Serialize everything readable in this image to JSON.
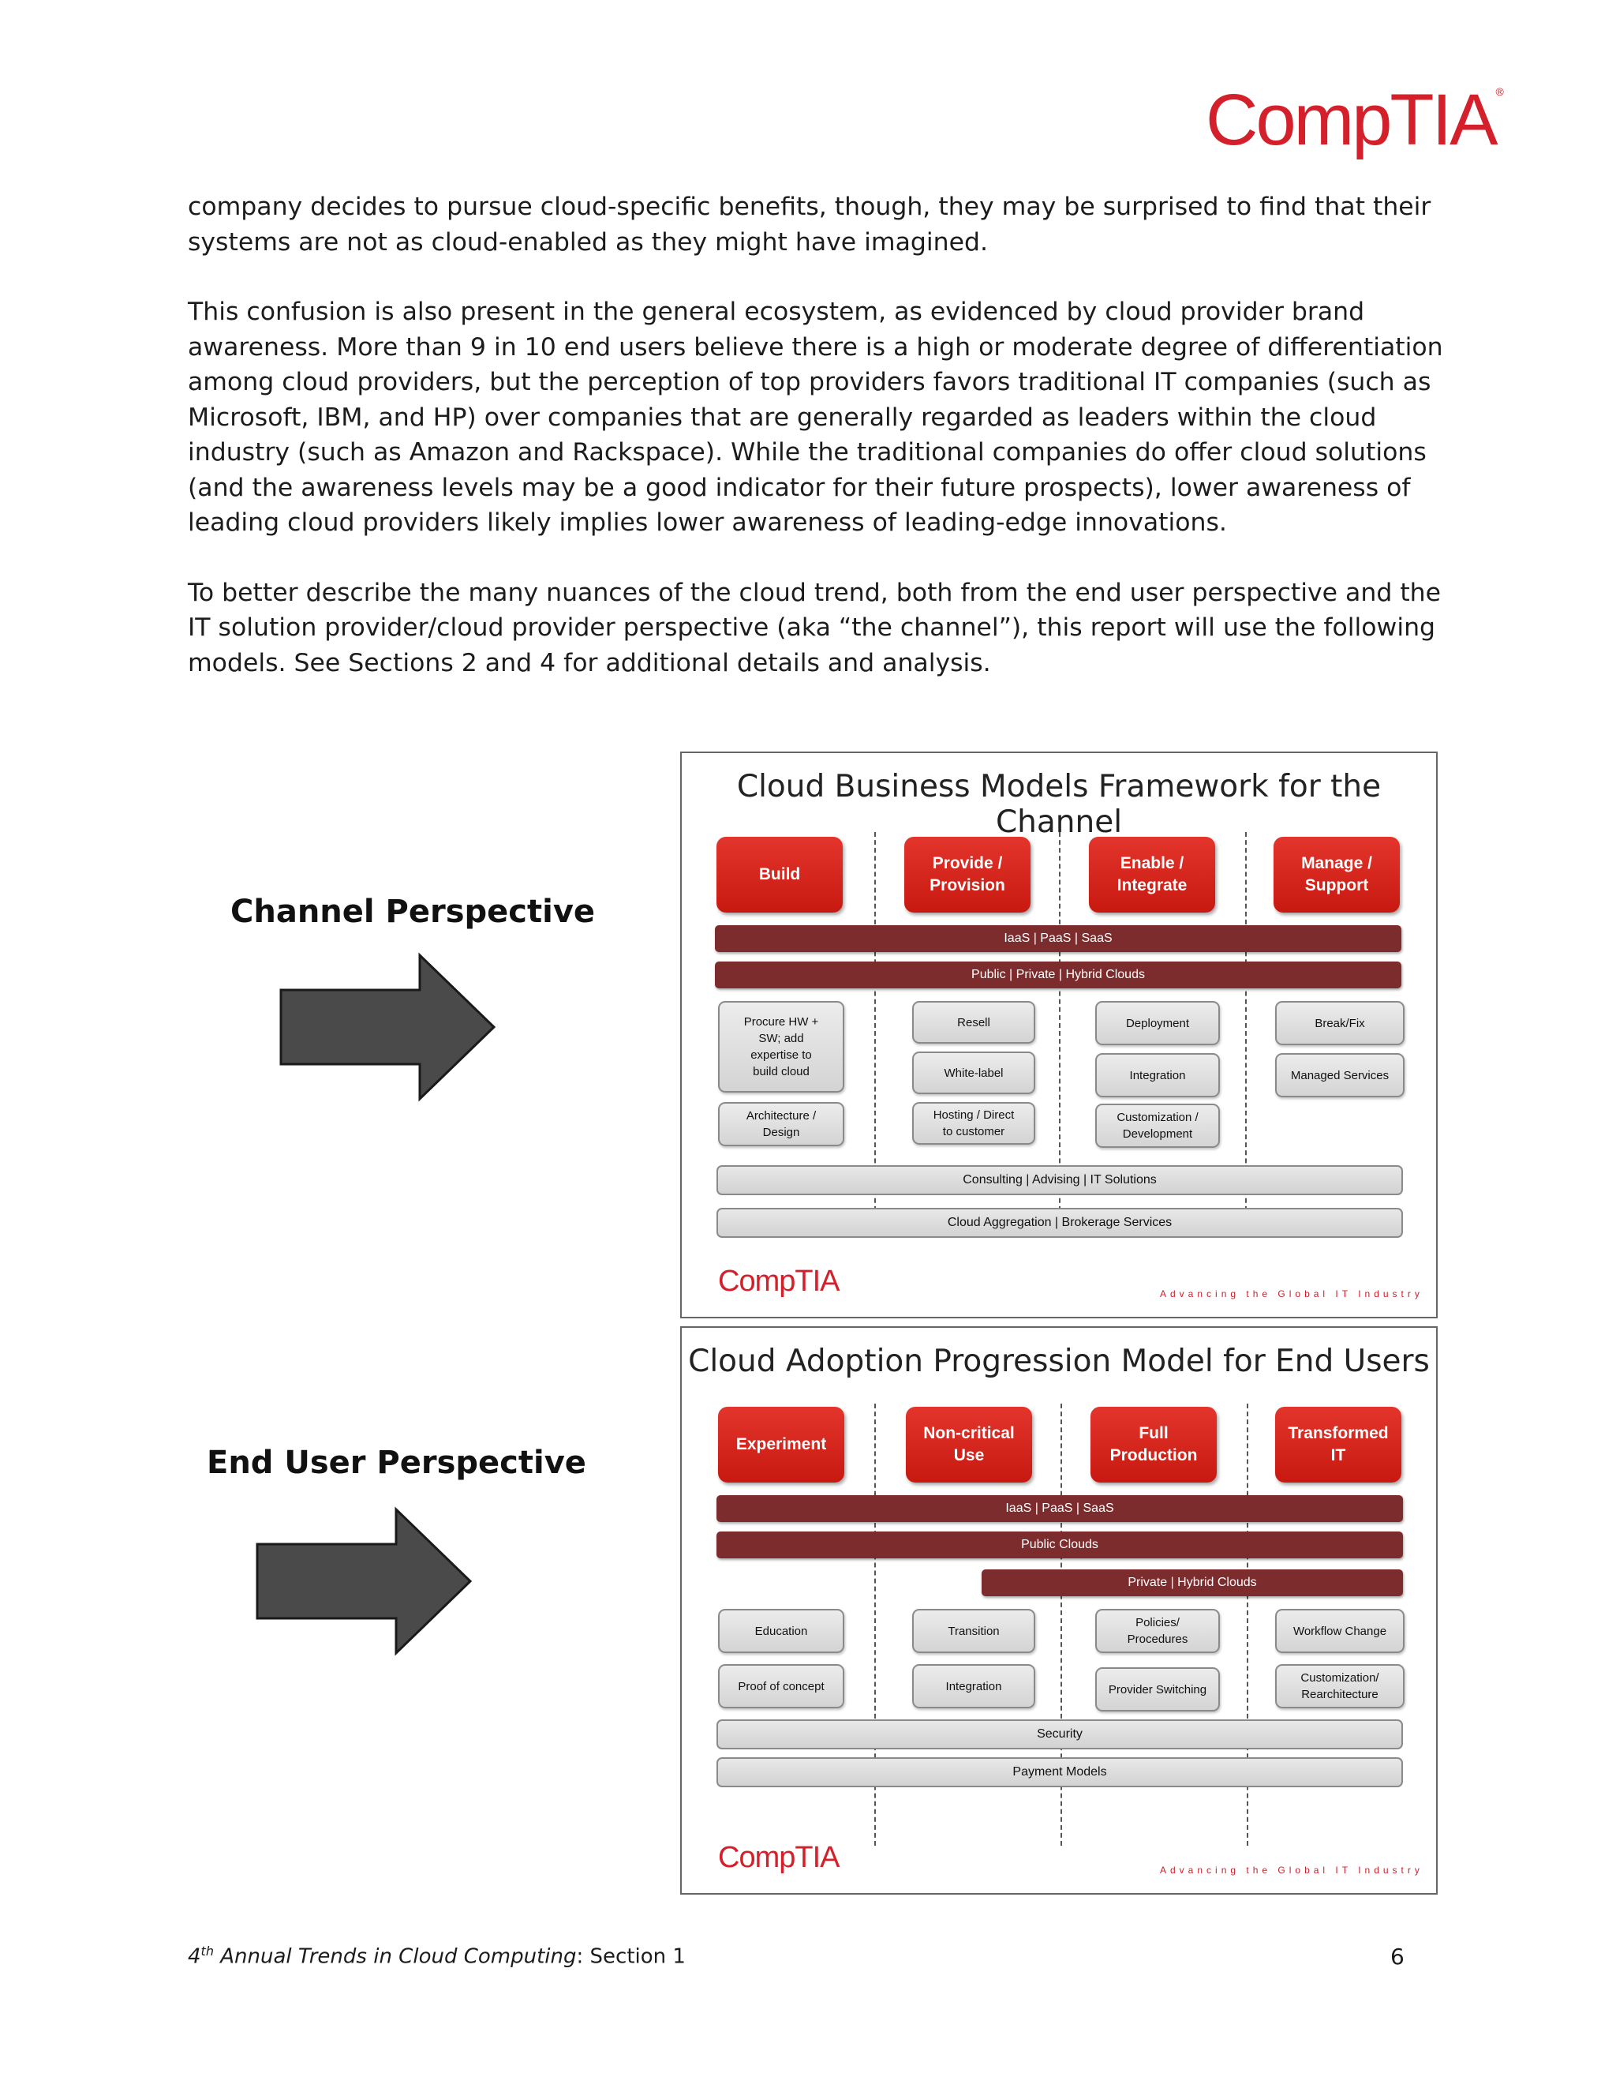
{
  "header": {
    "logo_text": "CompTIA",
    "logo_mark": "®"
  },
  "paragraphs": [
    "company decides to pursue cloud-specific benefits, though, they may be surprised to find that their systems are not as cloud-enabled as they might have imagined.",
    "This confusion is also present in the general ecosystem, as evidenced by cloud provider brand awareness. More than 9 in 10 end users believe there is a high or moderate degree of differentiation among cloud providers, but the perception of top providers favors traditional IT companies (such as Microsoft, IBM, and HP) over companies that are generally regarded as leaders within the cloud industry (such as Amazon and Rackspace). While the traditional companies do offer cloud solutions (and the awareness levels may be a good indicator for their future prospects), lower awareness of leading cloud providers likely implies lower awareness of leading-edge innovations.",
    "To better describe the many nuances of the cloud trend, both from the end user perspective and the IT solution provider/cloud provider perspective (aka “the channel”), this report will use the following models. See Sections 2 and 4 for additional details and analysis."
  ],
  "channel": {
    "perspective_label": "Channel Perspective",
    "title": "Cloud Business Models Framework for the Channel",
    "columns": [
      "Build",
      "Provide /\nProvision",
      "Enable /\nIntegrate",
      "Manage /\nSupport"
    ],
    "bands": [
      "IaaS | PaaS | SaaS",
      "Public | Private | Hybrid Clouds"
    ],
    "items": [
      "Procure HW +\nSW; add\nexpertise to\nbuild cloud",
      "Architecture /\nDesign",
      "Resell",
      "White-label",
      "Hosting / Direct\nto customer",
      "Deployment",
      "Integration",
      "Customization /\nDevelopment",
      "Break/Fix",
      "Managed Services"
    ],
    "bottom_bands": [
      "Consulting | Advising | IT Solutions",
      "Cloud Aggregation | Brokerage Services"
    ],
    "logo": "CompTIA",
    "tagline": "Advancing the Global IT Industry"
  },
  "enduser": {
    "perspective_label": "End User Perspective",
    "title": "Cloud Adoption Progression Model for End Users",
    "columns": [
      "Experiment",
      "Non-critical\nUse",
      "Full\nProduction",
      "Transformed\nIT"
    ],
    "bands": [
      "IaaS | PaaS | SaaS",
      "Public Clouds",
      "Private | Hybrid Clouds"
    ],
    "items": [
      "Education",
      "Proof of concept",
      "Transition",
      "Integration",
      "Policies/\nProcedures",
      "Provider Switching",
      "Workflow Change",
      "Customization/\nRearchitecture"
    ],
    "bottom_bands": [
      "Security",
      "Payment Models"
    ],
    "logo": "CompTIA",
    "tagline": "Advancing the Global IT Industry"
  },
  "footer": {
    "ordinal": "4",
    "ordinal_suffix": "th",
    "title": "Annual Trends in Cloud Computing",
    "section": ": Section 1",
    "page_number": "6"
  }
}
